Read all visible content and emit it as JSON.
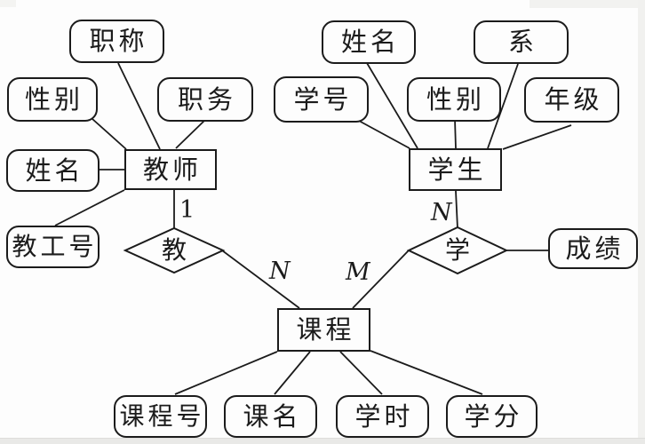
{
  "style": {
    "ink_color": "#1b1b1b",
    "background_color": "#fdfdfd"
  },
  "entities": {
    "teacher": {
      "label": "教师"
    },
    "student": {
      "label": "学生"
    },
    "course": {
      "label": "课程"
    }
  },
  "relationships": {
    "teach": {
      "label": "教",
      "cardinality_teacher_side": "1",
      "cardinality_course_side": "N"
    },
    "learn": {
      "label": "学",
      "cardinality_student_side": "N",
      "cardinality_course_side": "M"
    }
  },
  "attributes": {
    "teacher_title": {
      "label": "职称"
    },
    "teacher_gender": {
      "label": "性别"
    },
    "teacher_position": {
      "label": "职务"
    },
    "teacher_name": {
      "label": "姓名"
    },
    "teacher_id": {
      "label": "教工号"
    },
    "student_name": {
      "label": "姓名"
    },
    "student_department": {
      "label": "系"
    },
    "student_id": {
      "label": "学号"
    },
    "student_gender": {
      "label": "性别"
    },
    "student_grade": {
      "label": "年级"
    },
    "learn_score": {
      "label": "成绩"
    },
    "course_id": {
      "label": "课程号"
    },
    "course_name": {
      "label": "课名"
    },
    "course_hours": {
      "label": "学时"
    },
    "course_credits": {
      "label": "学分"
    }
  }
}
